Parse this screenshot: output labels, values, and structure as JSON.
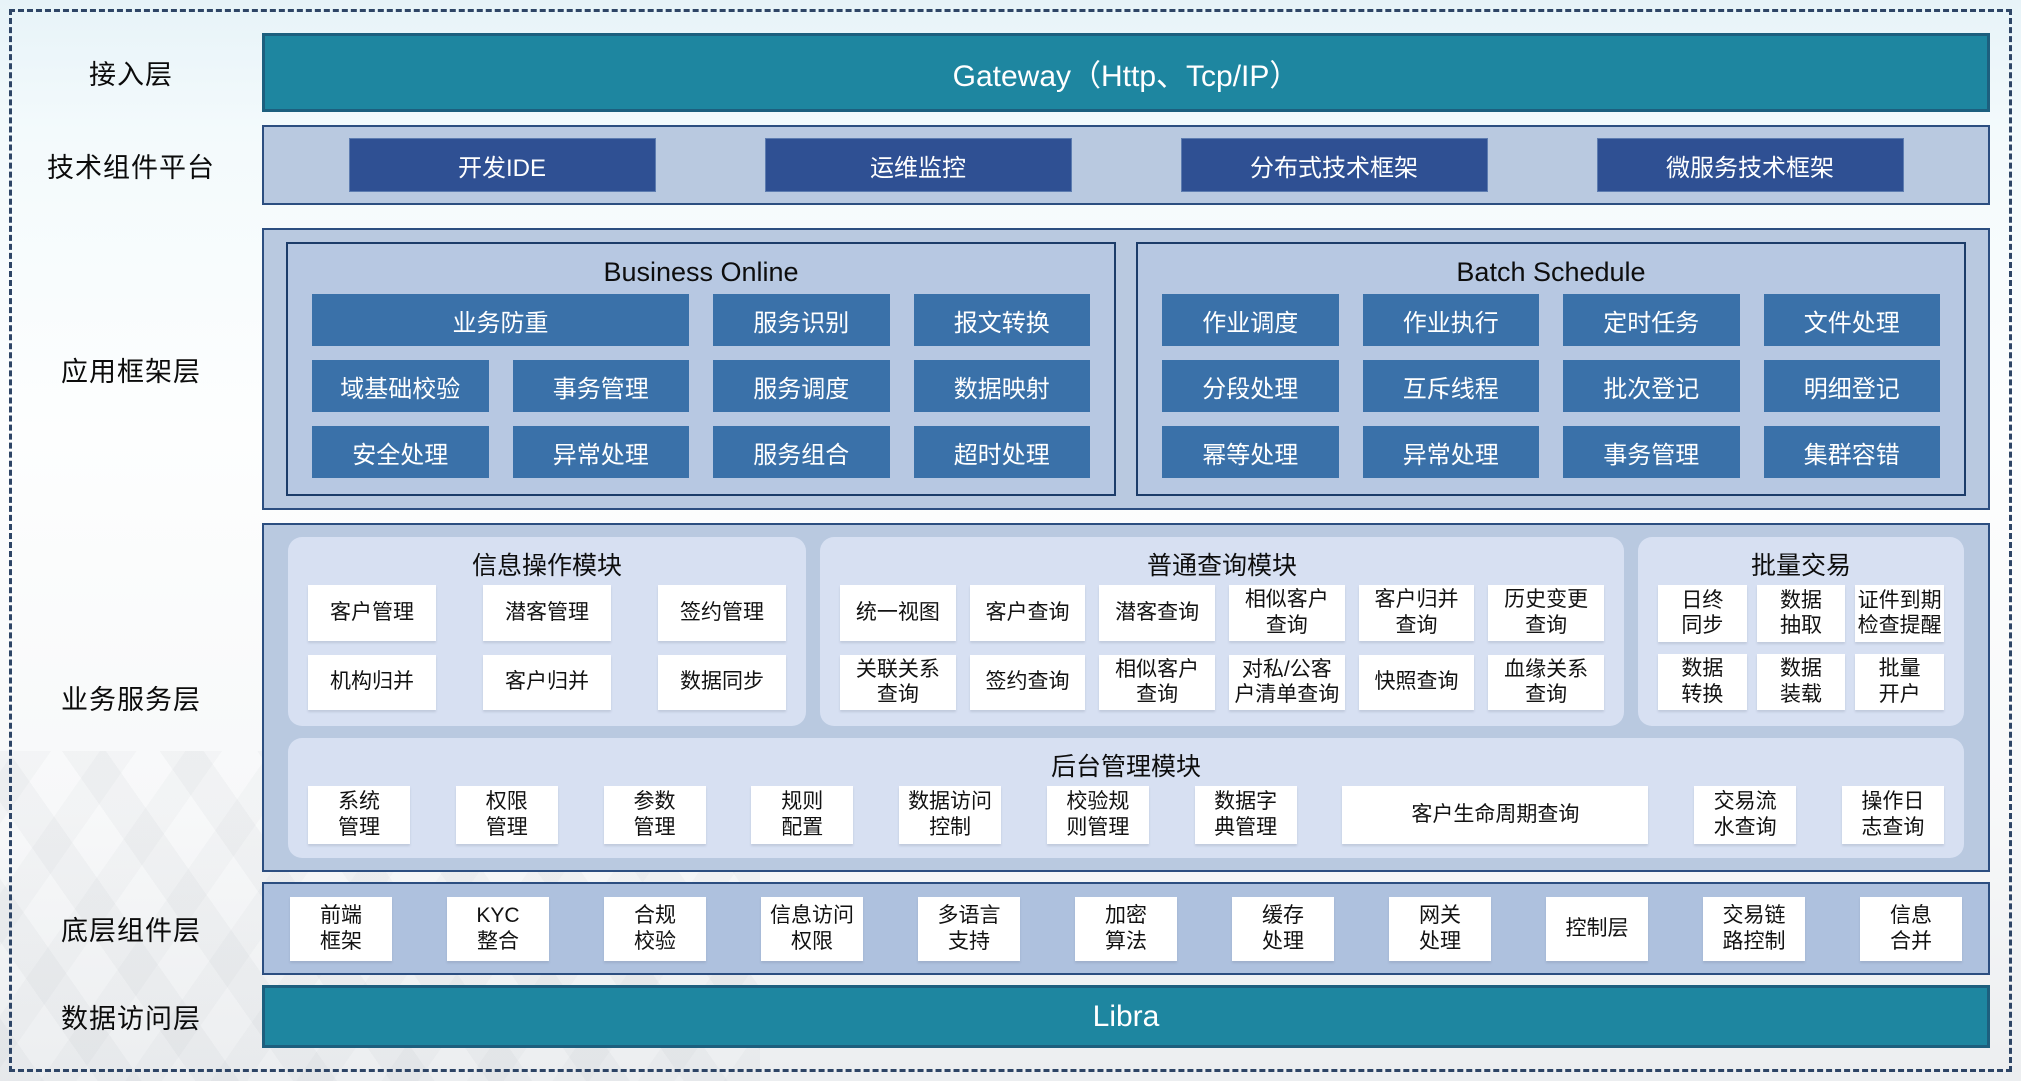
{
  "colors": {
    "teal_bar": "#1e86a0",
    "navy_button": "#2f5093",
    "steel_button": "#3a71a9",
    "container_fill": "#b9c9e0",
    "module_panel_fill": "#d7e0f2",
    "border_navy": "#1c3c69",
    "dashed_frame": "#2e4566"
  },
  "access_layer": {
    "label": "接入层",
    "gateway": "Gateway（Http、Tcp/IP）"
  },
  "tech_platform": {
    "label": "技术组件平台",
    "items": [
      "开发IDE",
      "运维监控",
      "分布式技术框架",
      "微服务技术框架"
    ]
  },
  "app_framework": {
    "label": "应用框架层",
    "business_online": {
      "title": "Business Online",
      "wide": "业务防重",
      "row1": [
        "服务识别",
        "报文转换"
      ],
      "row2": [
        "域基础校验",
        "事务管理",
        "服务调度",
        "数据映射"
      ],
      "row3": [
        "安全处理",
        "异常处理",
        "服务组合",
        "超时处理"
      ]
    },
    "batch_schedule": {
      "title": "Batch Schedule",
      "row1": [
        "作业调度",
        "作业执行",
        "定时任务",
        "文件处理"
      ],
      "row2": [
        "分段处理",
        "互斥线程",
        "批次登记",
        "明细登记"
      ],
      "row3": [
        "幂等处理",
        "异常处理",
        "事务管理",
        "集群容错"
      ]
    }
  },
  "business_service": {
    "label": "业务服务层",
    "info_module": {
      "title": "信息操作模块",
      "items": [
        "客户管理",
        "潜客管理",
        "签约管理",
        "机构归并",
        "客户归并",
        "数据同步"
      ]
    },
    "query_module": {
      "title": "普通查询模块",
      "items": [
        "统一视图",
        "客户查询",
        "潜客查询",
        "相似客户\n查询",
        "客户归并\n查询",
        "历史变更\n查询",
        "关联关系\n查询",
        "签约查询",
        "相似客户\n查询",
        "对私/公客\n户清单查询",
        "快照查询",
        "血缘关系\n查询"
      ]
    },
    "batch_module": {
      "title": "批量交易",
      "items": [
        "日终\n同步",
        "数据\n抽取",
        "证件到期\n检查提醒",
        "数据\n转换",
        "数据\n装载",
        "批量\n开户"
      ]
    },
    "admin_module": {
      "title": "后台管理模块",
      "items": [
        "系统\n管理",
        "权限\n管理",
        "参数\n管理",
        "规则\n配置",
        "数据访问\n控制",
        "校验规\n则管理",
        "数据字\n典管理",
        "客户生命周期查询",
        "交易流\n水查询",
        "操作日\n志查询"
      ]
    }
  },
  "base_components": {
    "label": "底层组件层",
    "items": [
      "前端\n框架",
      "KYC\n整合",
      "合规\n校验",
      "信息访问\n权限",
      "多语言\n支持",
      "加密\n算法",
      "缓存\n处理",
      "网关\n处理",
      "控制层",
      "交易链\n路控制",
      "信息\n合并"
    ]
  },
  "data_access": {
    "label": "数据访问层",
    "name": "Libra"
  }
}
